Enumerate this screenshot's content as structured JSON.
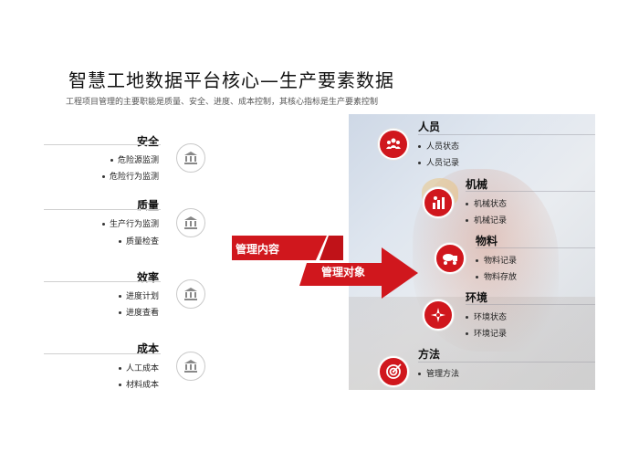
{
  "title": "智慧工地数据平台核心—生产要素数据",
  "subtitle": "工程项目管理的主要职能是质量、安全、进度、成本控制，其核心指标是生产要素控制",
  "left_groups": [
    {
      "title": "安全",
      "items": [
        "危险源监测",
        "危险行为监测"
      ],
      "icon": "bank-icon"
    },
    {
      "title": "质量",
      "items": [
        "生产行为监测",
        "质量检查"
      ],
      "icon": "bank-icon"
    },
    {
      "title": "效率",
      "items": [
        "进度计划",
        "进度查看"
      ],
      "icon": "bank-icon"
    },
    {
      "title": "成本",
      "items": [
        "人工成本",
        "材料成本"
      ],
      "icon": "bank-icon"
    }
  ],
  "arrows": {
    "left_label": "管理内容",
    "right_label": "管理对象"
  },
  "right_groups": [
    {
      "title": "人员",
      "items": [
        "人员状态",
        "人员记录"
      ],
      "icon": "people-icon"
    },
    {
      "title": "机械",
      "items": [
        "机械状态",
        "机械记录"
      ],
      "icon": "machinery-icon"
    },
    {
      "title": "物料",
      "items": [
        "物料记录",
        "物料存放"
      ],
      "icon": "cement-truck-icon"
    },
    {
      "title": "环境",
      "items": [
        "环境状态",
        "环境记录"
      ],
      "icon": "compass-icon"
    },
    {
      "title": "方法",
      "items": [
        "管理方法"
      ],
      "icon": "target-icon"
    }
  ],
  "colors": {
    "accent": "#d0171d",
    "text": "#222222",
    "line": "#d0d0d0"
  }
}
